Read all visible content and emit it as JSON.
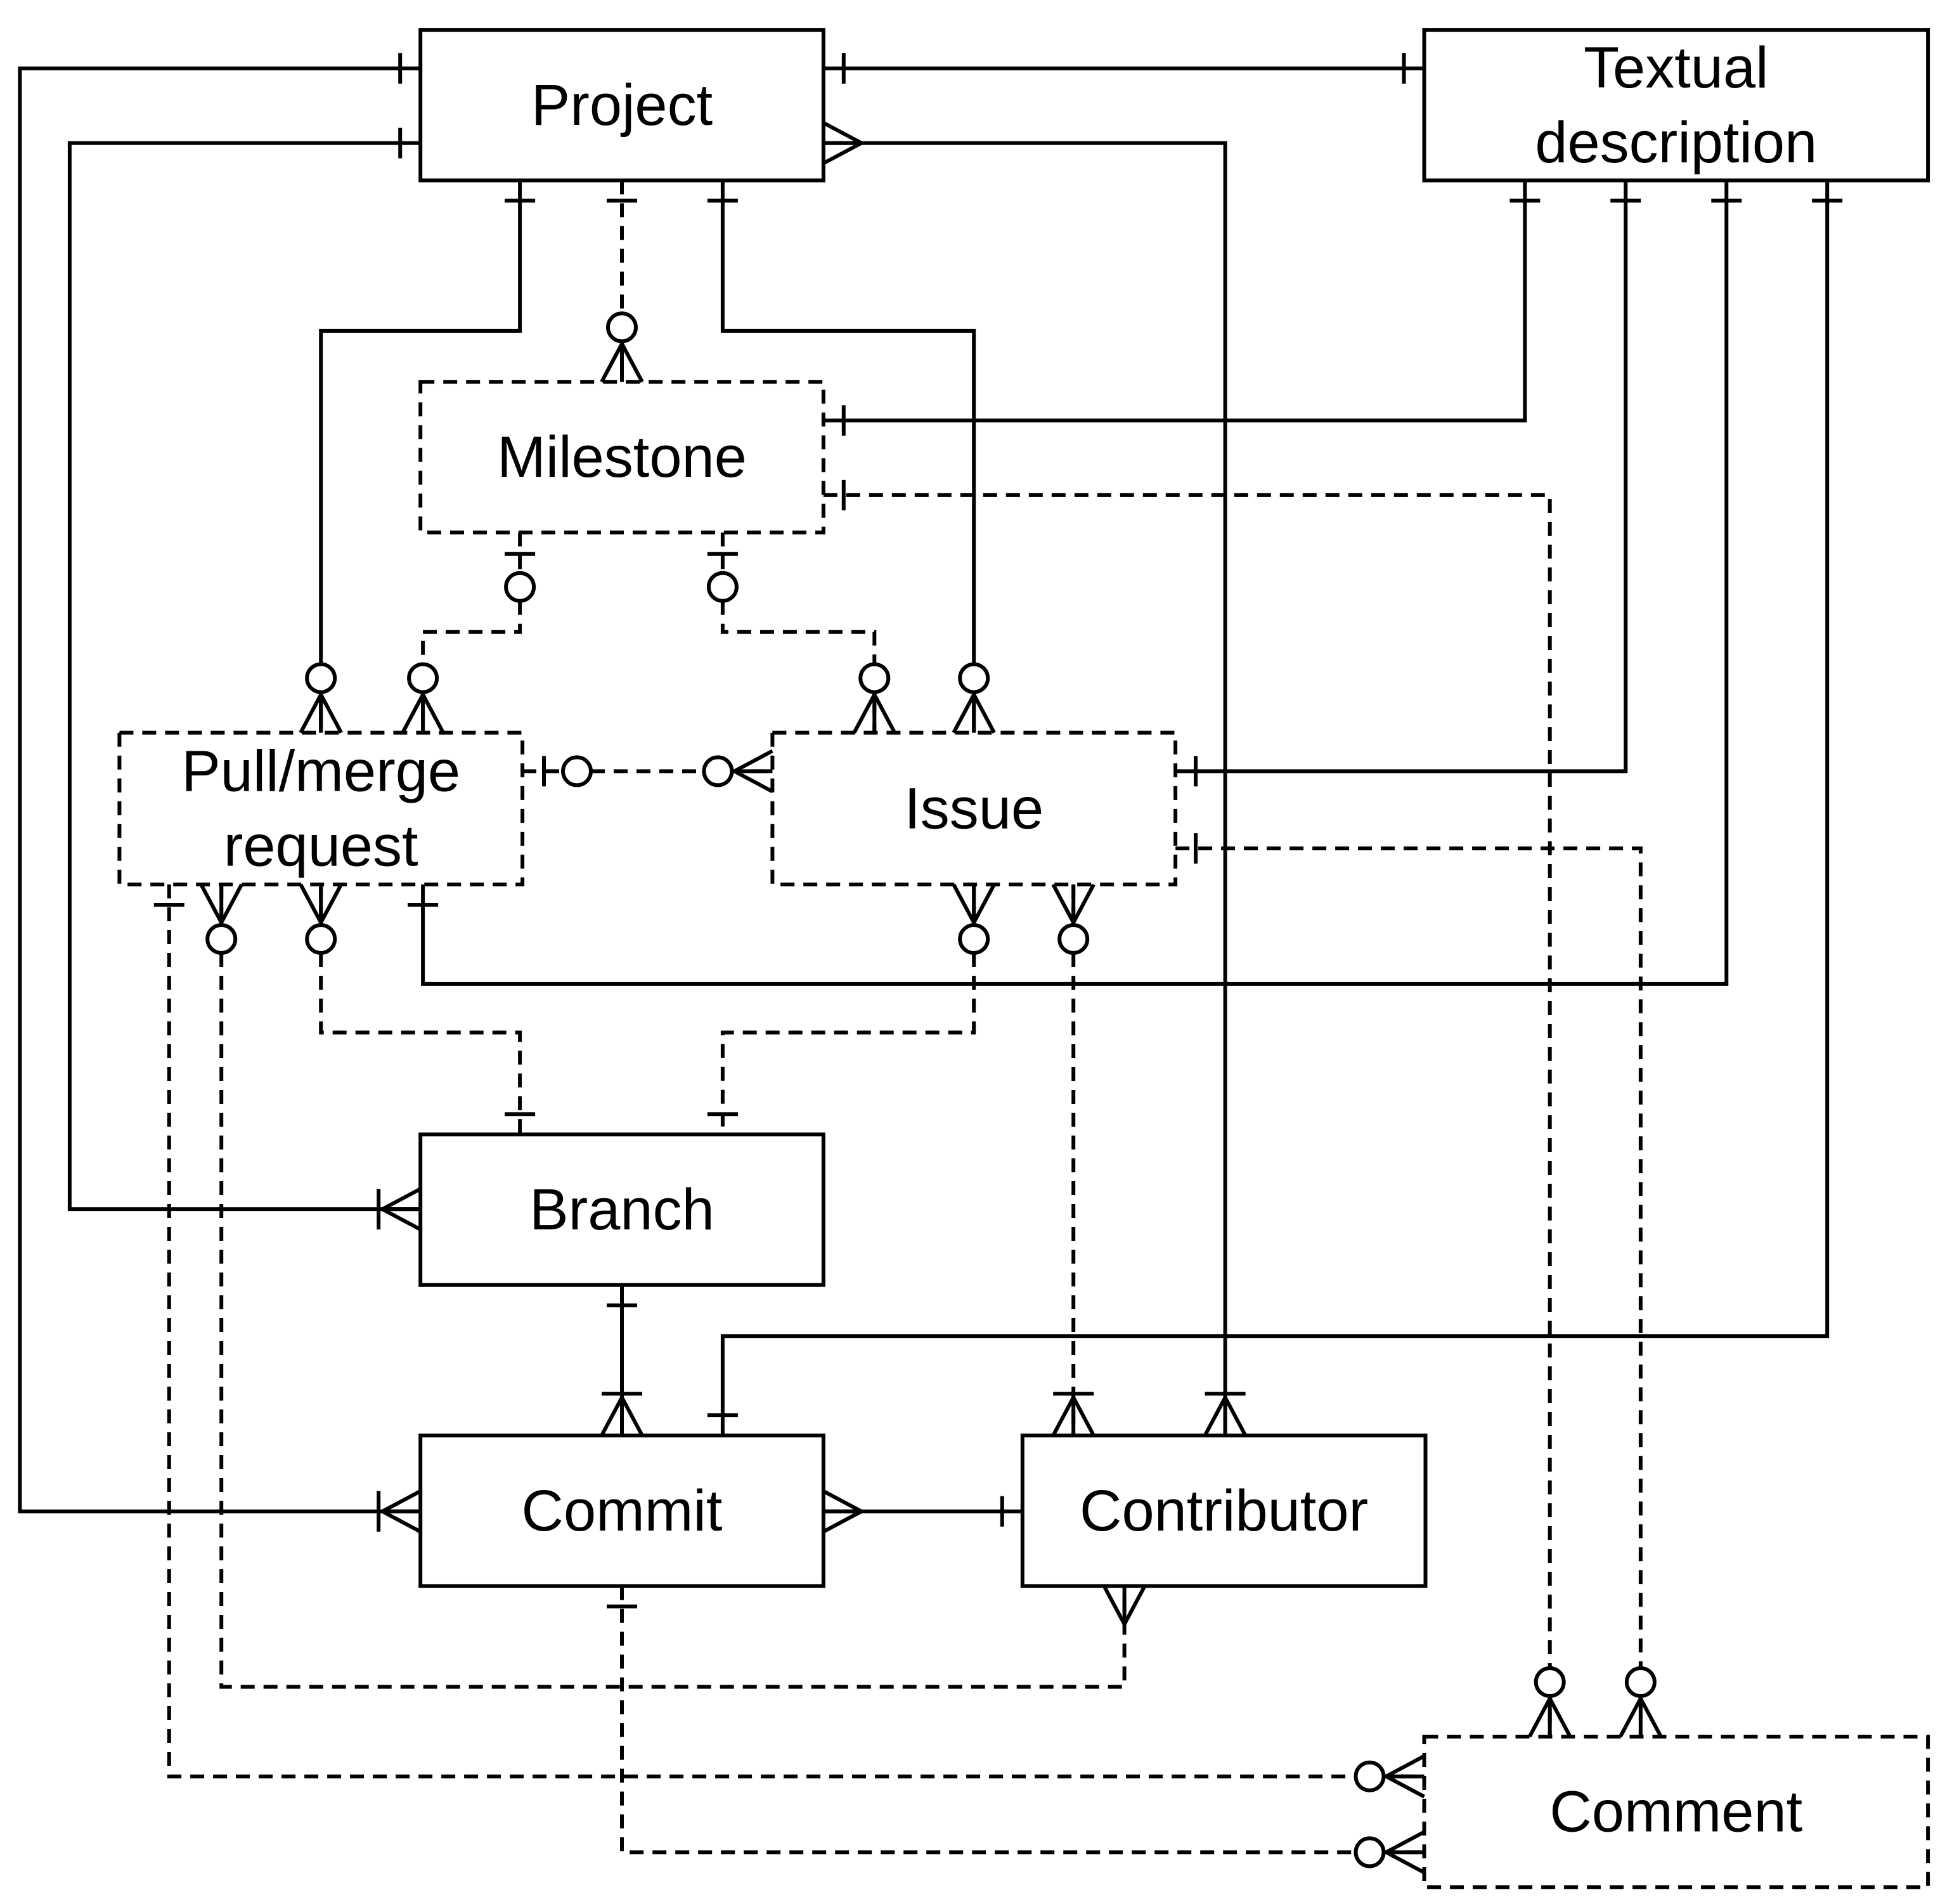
{
  "entities": [
    {
      "id": "project",
      "label_lines": [
        "Project"
      ],
      "dashed": false
    },
    {
      "id": "textual-description",
      "label_lines": [
        "Textual",
        "description"
      ],
      "dashed": false
    },
    {
      "id": "milestone",
      "label_lines": [
        "Milestone"
      ],
      "dashed": true
    },
    {
      "id": "pull-merge-request",
      "label_lines": [
        "Pull/merge",
        "request"
      ],
      "dashed": true
    },
    {
      "id": "issue",
      "label_lines": [
        "Issue"
      ],
      "dashed": true
    },
    {
      "id": "branch",
      "label_lines": [
        "Branch"
      ],
      "dashed": false
    },
    {
      "id": "commit",
      "label_lines": [
        "Commit"
      ],
      "dashed": false
    },
    {
      "id": "contributor",
      "label_lines": [
        "Contributor"
      ],
      "dashed": false
    },
    {
      "id": "comment",
      "label_lines": [
        "Comment"
      ],
      "dashed": true
    }
  ],
  "relationships": [
    {
      "id": "project-textual-description",
      "from": "project",
      "to": "textual-description",
      "from_card": "one",
      "to_card": "one",
      "dashed": false
    },
    {
      "id": "project-commit",
      "from": "project",
      "to": "commit",
      "from_card": "one",
      "to_card": "one-or-many",
      "dashed": false
    },
    {
      "id": "project-branch",
      "from": "project",
      "to": "branch",
      "from_card": "one",
      "to_card": "one-or-many",
      "dashed": false
    },
    {
      "id": "project-contributor",
      "from": "project",
      "to": "contributor",
      "from_card": "many",
      "to_card": "one-or-many",
      "dashed": false
    },
    {
      "id": "project-milestone",
      "from": "project",
      "to": "milestone",
      "from_card": "one",
      "to_card": "zero-or-many",
      "dashed": true
    },
    {
      "id": "project-pull-merge-request",
      "from": "project",
      "to": "pull-merge-request",
      "from_card": "one",
      "to_card": "zero-or-many",
      "dashed": false
    },
    {
      "id": "project-issue",
      "from": "project",
      "to": "issue",
      "from_card": "one",
      "to_card": "zero-or-many",
      "dashed": false
    },
    {
      "id": "milestone-textual-description",
      "from": "milestone",
      "to": "textual-description",
      "from_card": "one",
      "to_card": "one",
      "dashed": false
    },
    {
      "id": "milestone-comment",
      "from": "milestone",
      "to": "comment",
      "from_card": "one",
      "to_card": "zero-or-many",
      "dashed": true
    },
    {
      "id": "milestone-pull-merge-request",
      "from": "milestone",
      "to": "pull-merge-request",
      "from_card": "zero-or-one",
      "to_card": "zero-or-many",
      "dashed": true
    },
    {
      "id": "milestone-issue",
      "from": "milestone",
      "to": "issue",
      "from_card": "zero-or-one",
      "to_card": "zero-or-many",
      "dashed": true
    },
    {
      "id": "pull-merge-request-issue",
      "from": "pull-merge-request",
      "to": "issue",
      "from_card": "zero-or-one",
      "to_card": "zero-or-many",
      "dashed": true
    },
    {
      "id": "issue-textual-description",
      "from": "issue",
      "to": "textual-description",
      "from_card": "one",
      "to_card": "one",
      "dashed": false
    },
    {
      "id": "issue-comment",
      "from": "issue",
      "to": "comment",
      "from_card": "one",
      "to_card": "zero-or-many",
      "dashed": true
    },
    {
      "id": "pull-merge-request-textual-description",
      "from": "pull-merge-request",
      "to": "textual-description",
      "from_card": "one",
      "to_card": "one",
      "dashed": false
    },
    {
      "id": "pull-merge-request-branch",
      "from": "pull-merge-request",
      "to": "branch",
      "from_card": "zero-or-many",
      "to_card": "one",
      "dashed": true
    },
    {
      "id": "issue-branch",
      "from": "issue",
      "to": "branch",
      "from_card": "zero-or-many",
      "to_card": "one",
      "dashed": true
    },
    {
      "id": "issue-contributor",
      "from": "issue",
      "to": "contributor",
      "from_card": "zero-or-many",
      "to_card": "one-or-many",
      "dashed": true
    },
    {
      "id": "pull-merge-request-contributor",
      "from": "pull-merge-request",
      "to": "contributor",
      "from_card": "zero-or-many",
      "to_card": "many",
      "dashed": true
    },
    {
      "id": "pull-merge-request-comment",
      "from": "pull-merge-request",
      "to": "comment",
      "from_card": "one",
      "to_card": "zero-or-many",
      "dashed": true
    },
    {
      "id": "branch-commit",
      "from": "branch",
      "to": "commit",
      "from_card": "one",
      "to_card": "one-or-many",
      "dashed": false
    },
    {
      "id": "commit-contributor",
      "from": "commit",
      "to": "contributor",
      "from_card": "many",
      "to_card": "one",
      "dashed": false
    },
    {
      "id": "commit-textual-description",
      "from": "commit",
      "to": "textual-description",
      "from_card": "one",
      "to_card": "one",
      "dashed": false
    },
    {
      "id": "commit-comment",
      "from": "commit",
      "to": "comment",
      "from_card": "one",
      "to_card": "zero-or-many",
      "dashed": true
    }
  ]
}
